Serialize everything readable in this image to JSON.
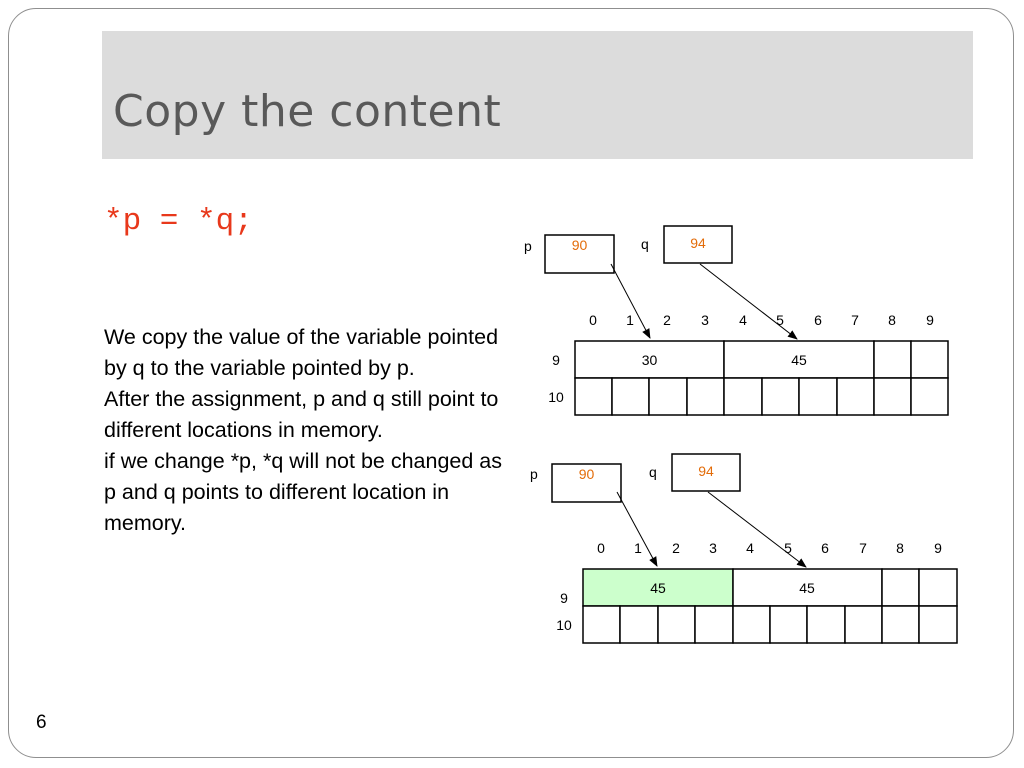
{
  "slide": {
    "title": "Copy the content",
    "code": "*p = *q;",
    "paragraphs": [
      "We copy the value of the variable pointed by q to the variable pointed by p.",
      "After the assignment, p and q still point to different locations in memory.",
      "if we change *p, *q will not be changed as p and q points to different location in memory."
    ],
    "page_number": "6"
  },
  "colors": {
    "title_bar": "#dcdcdc",
    "title_text": "#595959",
    "code_text": "#e8381b",
    "pointer_value": "#e36c09",
    "highlight_cell": "#ccffcc"
  },
  "diagrams": [
    {
      "p_label": "p",
      "p_value": "90",
      "q_label": "q",
      "q_value": "94",
      "columns": [
        "0",
        "1",
        "2",
        "3",
        "4",
        "5",
        "6",
        "7",
        "8",
        "9"
      ],
      "rows": [
        "9",
        "10"
      ],
      "cells": [
        {
          "value": "30",
          "highlighted": false
        },
        {
          "value": "45",
          "highlighted": false
        }
      ]
    },
    {
      "p_label": "p",
      "p_value": "90",
      "q_label": "q",
      "q_value": "94",
      "columns": [
        "0",
        "1",
        "2",
        "3",
        "4",
        "5",
        "6",
        "7",
        "8",
        "9"
      ],
      "rows": [
        "9",
        "10"
      ],
      "cells": [
        {
          "value": "45",
          "highlighted": true
        },
        {
          "value": "45",
          "highlighted": false
        }
      ]
    }
  ]
}
